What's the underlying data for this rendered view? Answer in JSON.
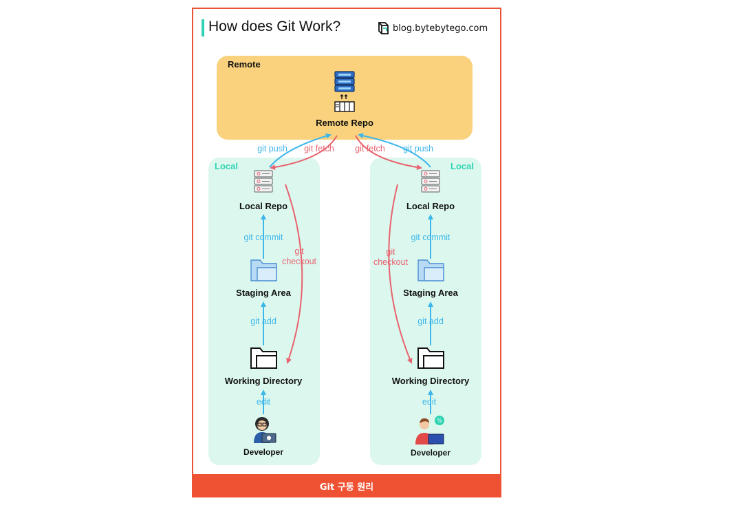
{
  "title": "How does Git Work?",
  "brand": "blog.bytebytego.com",
  "zones": {
    "remote": "Remote",
    "local_left": "Local",
    "local_right": "Local"
  },
  "nodes": {
    "remote_repo": "Remote Repo",
    "left": {
      "local_repo": "Local Repo",
      "staging_area": "Staging Area",
      "working_directory": "Working Directory",
      "developer": "Developer"
    },
    "right": {
      "local_repo": "Local Repo",
      "staging_area": "Staging Area",
      "working_directory": "Working Directory",
      "developer": "Developer"
    }
  },
  "edges": {
    "left_push": "git push",
    "left_fetch": "git fetch",
    "right_fetch": "git fetch",
    "right_push": "git push",
    "left_commit": "git commit",
    "left_add": "git add",
    "left_edit": "edit",
    "left_checkout_1": "git",
    "left_checkout_2": "checkout",
    "right_commit": "git commit",
    "right_add": "git add",
    "right_edit": "edit",
    "right_checkout_1": "git",
    "right_checkout_2": "checkout"
  },
  "footer": "Git 구동 원리",
  "colors": {
    "frame": "#e9533a",
    "remote_bg": "#fad27e",
    "local_bg": "#dcf8ee",
    "accent": "#2fd3b3",
    "push_commit_arrows": "#3db6ea",
    "fetch_checkout_arrows": "#e8626f"
  },
  "icons": {
    "remote_repo": "server-rack-icon",
    "local_repo": "server-icon",
    "staging_area": "folder-blue-icon",
    "working_directory": "folder-outline-icon",
    "developer_left": "developer-woman-laptop-icon",
    "developer_right": "developer-man-laptop-icon"
  }
}
